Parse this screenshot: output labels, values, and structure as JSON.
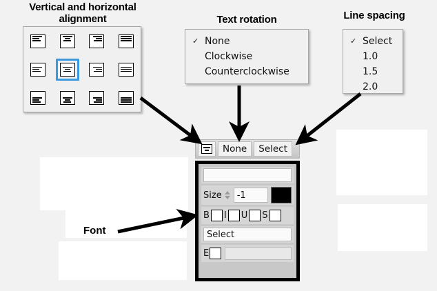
{
  "callouts": {
    "alignment": "Vertical and horizontal\nalignment",
    "alignment_line1": "Vertical and horizontal",
    "alignment_line2": "alignment",
    "rotation": "Text rotation",
    "spacing": "Line spacing",
    "font": "Font"
  },
  "alignment_panel": {
    "name": "alignment-grid",
    "columns": [
      "left",
      "center",
      "right",
      "justify"
    ],
    "rows": [
      "top",
      "middle",
      "bottom"
    ],
    "selected_index": 5,
    "selected_vertical": "middle",
    "selected_horizontal": "center",
    "selection_color": "#3b99e0",
    "cells": [
      {
        "v": "top",
        "h": "left"
      },
      {
        "v": "top",
        "h": "center"
      },
      {
        "v": "top",
        "h": "right"
      },
      {
        "v": "top",
        "h": "just"
      },
      {
        "v": "mid",
        "h": "left"
      },
      {
        "v": "mid",
        "h": "center"
      },
      {
        "v": "mid",
        "h": "right"
      },
      {
        "v": "mid",
        "h": "just"
      },
      {
        "v": "bot",
        "h": "left"
      },
      {
        "v": "bot",
        "h": "center"
      },
      {
        "v": "bot",
        "h": "right"
      },
      {
        "v": "bot",
        "h": "just"
      }
    ]
  },
  "rotation_menu": {
    "items": [
      {
        "label": "None",
        "checked": true
      },
      {
        "label": "Clockwise",
        "checked": false
      },
      {
        "label": "Counterclockwise",
        "checked": false
      }
    ],
    "check_glyph": "✓"
  },
  "spacing_menu": {
    "items": [
      {
        "label": "Select",
        "checked": true
      },
      {
        "label": "1.0",
        "checked": false
      },
      {
        "label": "1.5",
        "checked": false
      },
      {
        "label": "2.0",
        "checked": false
      }
    ],
    "check_glyph": "✓"
  },
  "toolbar": {
    "align_button_icon": "align-center-icon",
    "rotation_button_label": "None",
    "spacing_button_label": "Select"
  },
  "font_panel": {
    "name_value": "",
    "size_label": "Size",
    "size_value": "-1",
    "color_swatch": "#000000",
    "styles": [
      {
        "label": "B",
        "checked": false
      },
      {
        "label": "I",
        "checked": false
      },
      {
        "label": "U",
        "checked": false
      },
      {
        "label": "S",
        "checked": false
      }
    ],
    "select_value": "Select",
    "effect_label": "E",
    "effect_checked": false,
    "effect_value": ""
  }
}
